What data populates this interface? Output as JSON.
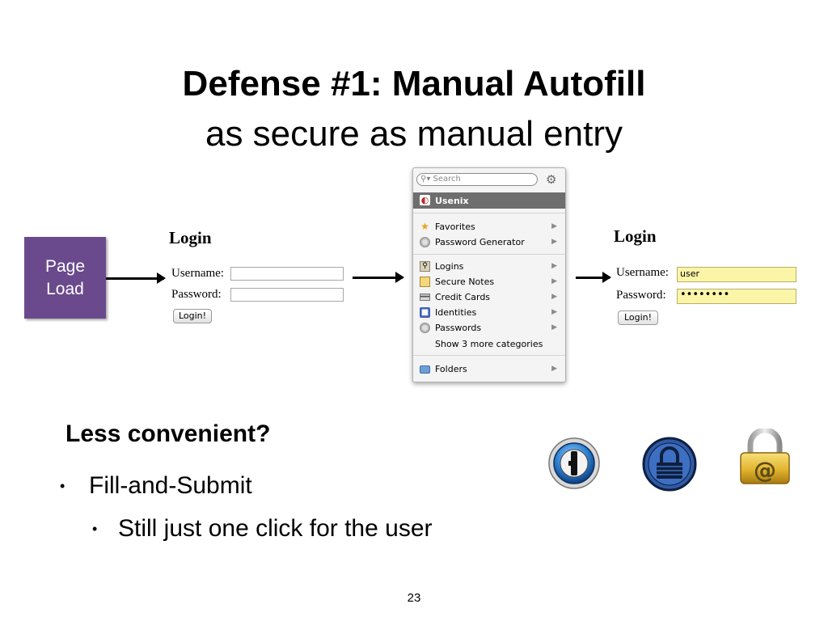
{
  "slide": {
    "title": "Defense #1: Manual Autofill",
    "subtitle": "as secure as manual entry",
    "page_load_line1": "Page",
    "page_load_line2": "Load",
    "less_convenient": "Less convenient?",
    "bullets": [
      {
        "dot": "•",
        "text": "Fill-and-Submit"
      },
      {
        "dot": "•",
        "text": "Still just one click for the user"
      }
    ],
    "page_number": "23"
  },
  "login_empty": {
    "title": "Login",
    "username_label": "Username:",
    "password_label": "Password:",
    "username_value": "",
    "password_value": "",
    "button_label": "Login!"
  },
  "login_filled": {
    "title": "Login",
    "username_label": "Username:",
    "password_label": "Password:",
    "username_value": "user",
    "password_value": "••••••••",
    "button_label": "Login!"
  },
  "popup": {
    "search_placeholder": "Search",
    "selected": "Usenix",
    "group1": [
      {
        "label": "Favorites",
        "icon": "star-icon"
      },
      {
        "label": "Password Generator",
        "icon": "generator-icon"
      }
    ],
    "group2": [
      {
        "label": "Logins",
        "icon": "login-key-icon"
      },
      {
        "label": "Secure Notes",
        "icon": "note-icon"
      },
      {
        "label": "Credit Cards",
        "icon": "credit-card-icon"
      },
      {
        "label": "Identities",
        "icon": "identity-icon"
      },
      {
        "label": "Passwords",
        "icon": "passwords-icon"
      }
    ],
    "more": "Show 3 more categories",
    "folders": "Folders"
  },
  "icons": [
    "onepassword-logo",
    "keepass-logo",
    "keychain-lock-logo"
  ],
  "colors": {
    "page_load_box": "#6a4a8c",
    "autofill_yellow": "#fbf5a8",
    "popup_selected": "#6e6e6e"
  }
}
